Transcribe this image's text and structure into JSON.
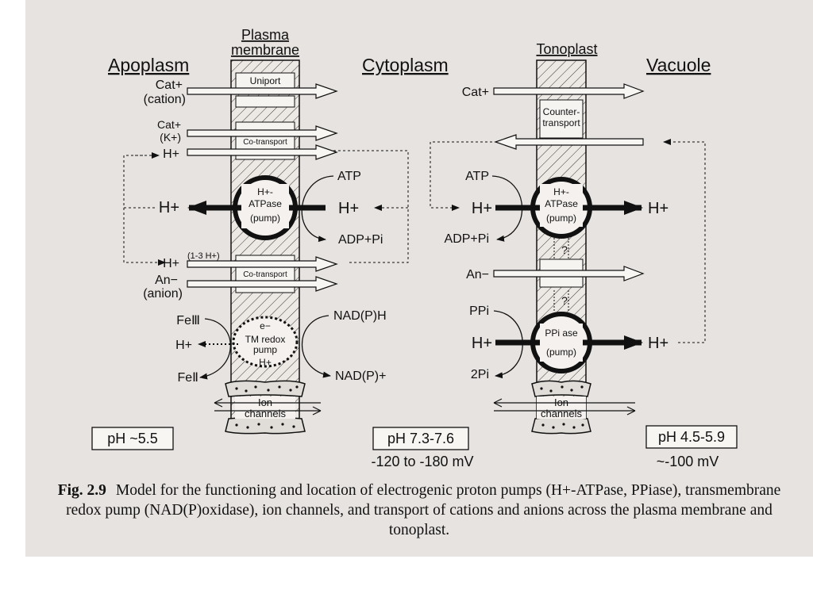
{
  "headers": {
    "apoplasm": "Apoplasm",
    "plasma_membrane": [
      "Plasma",
      "membrane"
    ],
    "cytoplasm": "Cytoplasm",
    "tonoplast": "Tonoplast",
    "vacuole": "Vacuole"
  },
  "plasma_membrane": {
    "uniport": "Uniport",
    "cotransport_1": "Co-transport",
    "cotransport_2": "Co-transport",
    "atpase": [
      "H+-",
      "ATPase",
      "(pump)"
    ],
    "redox": [
      "e−",
      "TM redox",
      "pump",
      "H+"
    ],
    "ion_channels": [
      "Ion",
      "channels"
    ]
  },
  "tonoplast": {
    "countertransport": [
      "Counter-",
      "transport"
    ],
    "atpase": [
      "H+-",
      "ATPase",
      "(pump)"
    ],
    "ppiase": [
      "PPi ase",
      "(pump)"
    ],
    "question_1": "?",
    "question_2": "?",
    "ion_channels": [
      "Ion",
      "channels"
    ]
  },
  "apoplasm_labels": {
    "cat1": [
      "Cat+",
      "(cation)"
    ],
    "cat2": [
      "Cat+",
      "(K+)"
    ],
    "h_top": "H+",
    "h_pump": "H+",
    "h_cotransport": "H+",
    "h_stoich": "(1-3 H+)",
    "an": [
      "An−",
      "(anion)"
    ],
    "fe3": "FeⅢ",
    "h_redox": "H+",
    "fe2": "FeⅡ"
  },
  "cytoplasm_labels": {
    "atp_left": "ATP",
    "h_left": "H+",
    "adp_left": "ADP+Pi",
    "nadph": "NAD(P)H",
    "nadp": "NAD(P)+",
    "cat": "Cat+",
    "atp_right": "ATP",
    "h_right": "H+",
    "adp_right": "ADP+Pi",
    "an": "An−",
    "ppi": "PPi",
    "h_ppi": "H+",
    "two_pi": "2Pi"
  },
  "vacuole_labels": {
    "h_atpase": "H+",
    "h_ppiase": "H+"
  },
  "ph_boxes": {
    "apoplasm": "pH ~5.5",
    "cytoplasm": "pH 7.3-7.6",
    "vacuole": "pH 4.5-5.9"
  },
  "potentials": {
    "cytoplasm": "-120 to -180 mV",
    "vacuole": "~-100 mV"
  },
  "caption": {
    "label": "Fig. 2.9",
    "text": "Model for the functioning and location of electrogenic proton pumps (H+-ATPase, PPiase), transmembrane redox pump (NAD(P)oxidase), ion channels, and transport of cations and anions across the plasma membrane and tonoplast."
  }
}
